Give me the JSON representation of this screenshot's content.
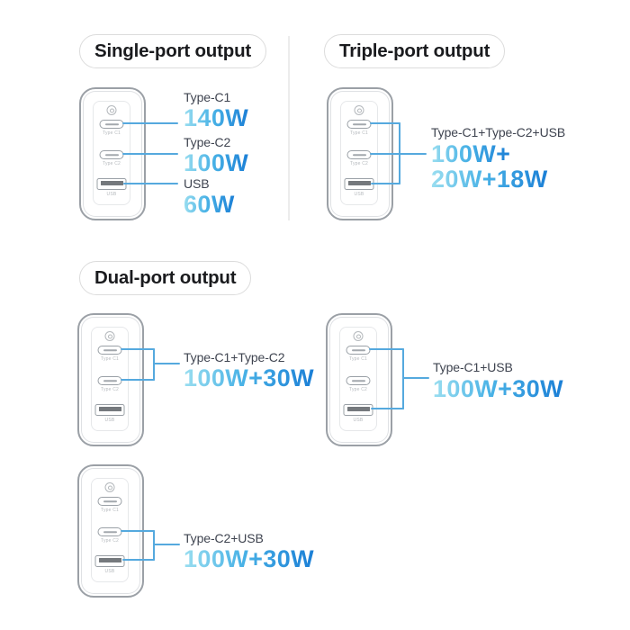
{
  "headers": {
    "single": "Single-port output",
    "triple": "Triple-port output",
    "dual": "Dual-port output"
  },
  "charger_face": {
    "type_c1_port_label": "Type C1",
    "type_c2_port_label": "Type C2",
    "usb_port_label": "USB"
  },
  "single_port": {
    "rows": [
      {
        "port": "Type-C1",
        "watts": "140W"
      },
      {
        "port": "Type-C2",
        "watts": "100W"
      },
      {
        "port": "USB",
        "watts": "60W"
      }
    ]
  },
  "triple_port": {
    "combo": "Type-C1+Type-C2+USB",
    "watts_line1": "100W+",
    "watts_line2": "20W+18W"
  },
  "dual_port": {
    "combos": [
      {
        "label": "Type-C1+Type-C2",
        "watts": "100W+30W"
      },
      {
        "label": "Type-C1+USB",
        "watts": "100W+30W"
      },
      {
        "label": "Type-C2+USB",
        "watts": "100W+30W"
      }
    ]
  },
  "colors": {
    "connector_blue": "#55a9de",
    "watt_gradient_start": "#9adef0",
    "watt_gradient_end": "#1b7fd6",
    "label_text": "#3f4450",
    "header_text": "#1a1b1e"
  }
}
